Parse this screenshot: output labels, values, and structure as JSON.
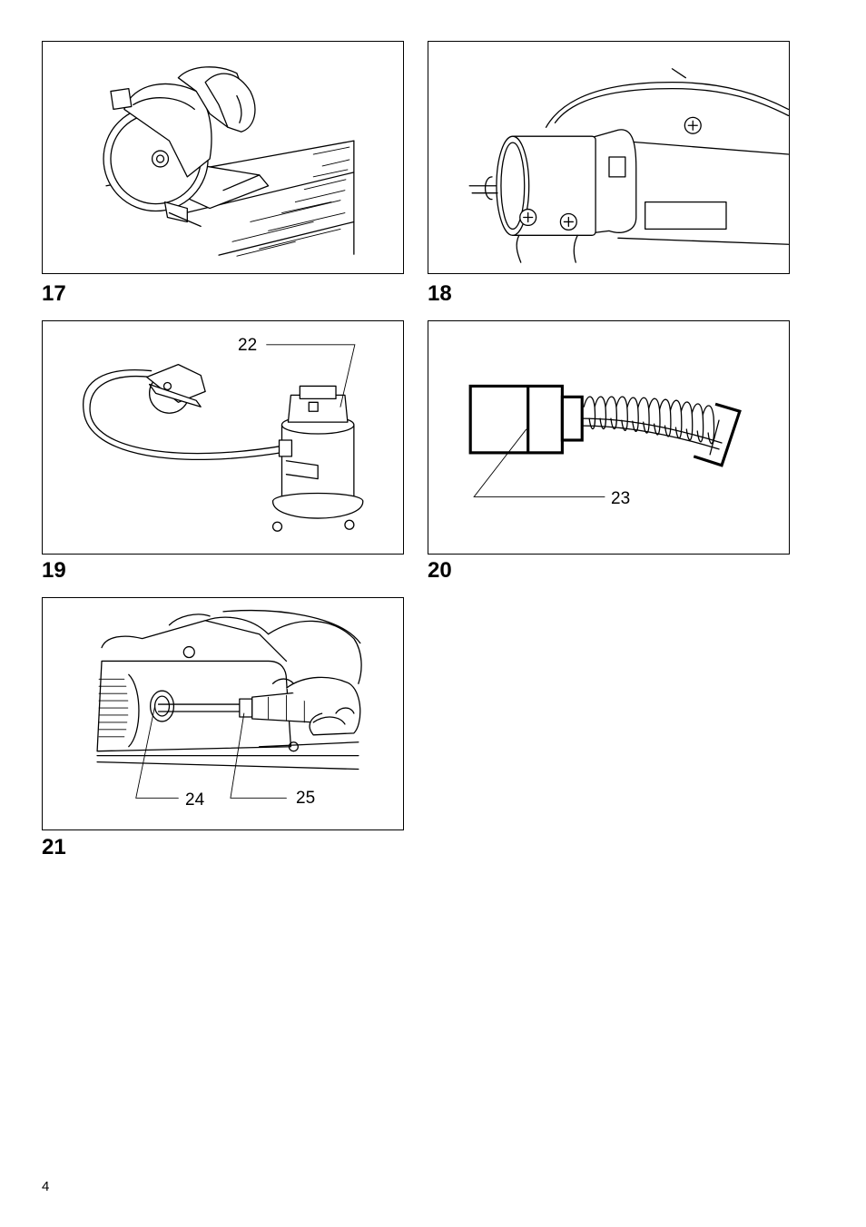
{
  "figures": [
    {
      "number": "17",
      "callouts": []
    },
    {
      "number": "18",
      "callouts": []
    },
    {
      "number": "19",
      "callouts": [
        "22"
      ]
    },
    {
      "number": "20",
      "callouts": [
        "23"
      ]
    },
    {
      "number": "21",
      "callouts": [
        "24",
        "25"
      ]
    }
  ],
  "page_number": "4"
}
